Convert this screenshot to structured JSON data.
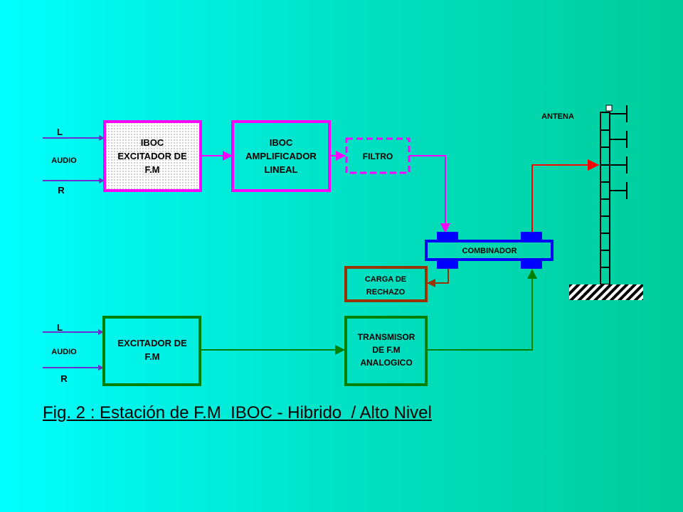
{
  "inputs": {
    "top": {
      "left": "L",
      "audio": "AUDIO",
      "right": "R"
    },
    "bottom": {
      "left": "L",
      "audio": "AUDIO",
      "right": "R"
    }
  },
  "blocks": {
    "iboc_exciter": [
      "IBOC",
      "EXCITADOR DE",
      "F.M"
    ],
    "iboc_amplifier": [
      "IBOC",
      "AMPLIFICADOR",
      "LINEAL"
    ],
    "filter": [
      "FILTRO"
    ],
    "combiner": [
      "COMBINADOR"
    ],
    "reject_load": [
      "CARGA DE",
      "RECHAZO"
    ],
    "fm_exciter": [
      "EXCITADOR DE",
      "F.M"
    ],
    "analog_tx": [
      "TRANSMISOR",
      "DE F.M",
      "ANALOGICO"
    ]
  },
  "antenna_label": "ANTENA",
  "caption": "Fig. 2 : Estación de F.M  IBOC - Hibrido  / Alto Nivel",
  "colors": {
    "iboc_path": "#ff00ff",
    "analog_path": "#008000",
    "combiner": "#0000ff",
    "reject_load": "#993300",
    "antenna_feed": "#ff0000",
    "audio_input": "#6633cc"
  }
}
